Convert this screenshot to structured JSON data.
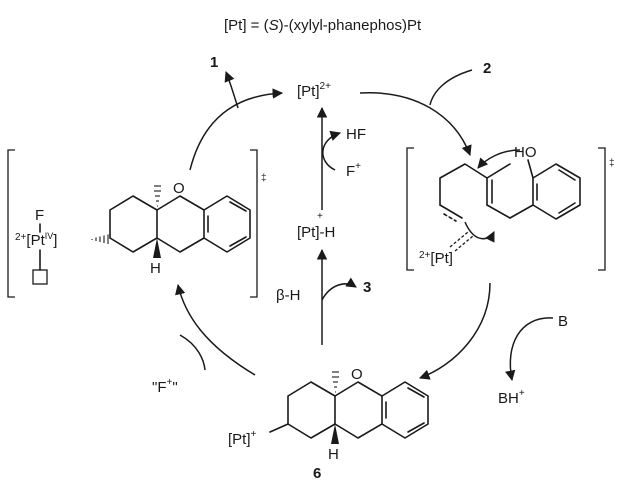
{
  "header": {
    "prefix": "[Pt] = (",
    "stereo": "S",
    "suffix": ")-(xylyl-phanephos)Pt"
  },
  "center": {
    "pt2plus": "[Pt]",
    "pt2plus_charge": "2+",
    "hf": "HF",
    "fplus": "F",
    "fplus_charge": "+",
    "pth": "[Pt]-H",
    "pth_mark": "+",
    "beta_h": "β-H",
    "compound_3": "3"
  },
  "left_ts": {
    "f_label": "F",
    "charge": "2+",
    "pt": "[Pt",
    "ox": "IV",
    "close": "]",
    "o_label": "O",
    "h_label": "H",
    "dagger": "‡"
  },
  "right_ts": {
    "ho_label": "HO",
    "charge": "2+",
    "pt": "[Pt]",
    "dagger": "‡"
  },
  "compound_1": "1",
  "compound_2": "2",
  "bottom": {
    "pt": "[Pt]",
    "charge": "+",
    "o_label": "O",
    "h_label": "H",
    "compound_6": "6",
    "f_reagent": "\"F",
    "f_reagent_charge": "+",
    "f_reagent_close": "\""
  },
  "base": {
    "b": "B",
    "bh": "BH",
    "bh_charge": "+"
  }
}
